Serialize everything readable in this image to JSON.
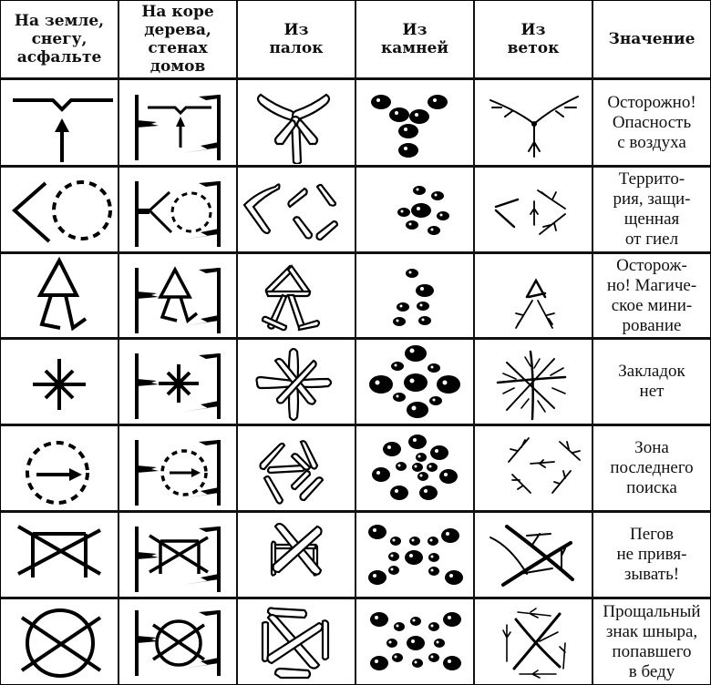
{
  "headers": [
    "На земле,\nснегу,\nасфальте",
    "На коре\nдерева,\nстенах\nдомов",
    "Из\nпалок",
    "Из\nкамней",
    "Из\nветок",
    "Значение"
  ],
  "rows": [
    {
      "symbol": "arrow-up-under-bent-line",
      "meaning": "Осторожно!\nОпасность\nс воздуха"
    },
    {
      "symbol": "angle-with-dashed-circle",
      "meaning": "Террито-\nрия, защи-\nщенная\nот гиел"
    },
    {
      "symbol": "triangle-with-legs",
      "meaning": "Осторож-\nно! Магиче-\nское мини-\nрование"
    },
    {
      "symbol": "asterisk",
      "meaning": "Закладок\nнет"
    },
    {
      "symbol": "arrow-in-dashed-circle",
      "meaning": "Зона\nпоследнего\nпоиска"
    },
    {
      "symbol": "crossed-frame",
      "meaning": "Пегов\nне привя-\nзывать!"
    },
    {
      "symbol": "crossed-circle",
      "meaning": "Прощальный\nзнак шныра,\nпопавшего\nв беду"
    }
  ],
  "colors": {
    "ink": "#000000",
    "background": "#ffffff"
  }
}
